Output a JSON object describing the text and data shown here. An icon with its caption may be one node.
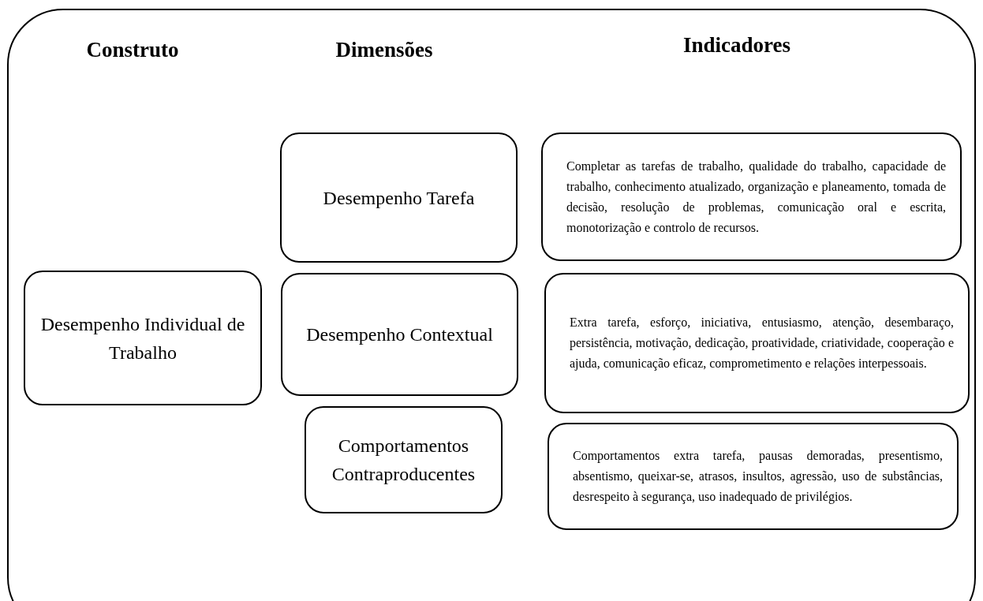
{
  "diagram": {
    "nodes": [
      {
        "text": [
          "Desempenho Individual de Trabalho"
        ]
      },
      {
        "text": [
          "Desempenho Tarefa"
        ]
      },
      {
        "text": [
          "Desempenho Contextual"
        ]
      },
      {
        "text": [
          "Comportamentos Contraproducentes"
        ]
      },
      {
        "text": [
          "Completar as tarefas de trabalho, qualidade do trabalho, capacidade de trabalho, conhecimento atualizado, organização e planeamento, tomada de decisão, resolução de problemas, comunicação oral e escrita, monotorização e controlo de recursos."
        ]
      },
      {
        "text": [
          "Extra tarefa, esforço, iniciativa, entusiasmo, atenção, desembaraço, persistência, motivação, dedicação, proatividade, criatividade, cooperação e ajuda, comunicação eficaz, comprometimento e relações interpessoais."
        ]
      },
      {
        "text": [
          "Comportamentos extra tarefa, pausas demoradas, presentismo, absentismo, queixar-se, atrasos, insultos, agressão, uso de substâncias, desrespeito à segurança, uso inadequado de privilégios."
        ]
      }
    ],
    "labels": [
      "Construto",
      "Dimensões",
      "Indicadores"
    ]
  }
}
